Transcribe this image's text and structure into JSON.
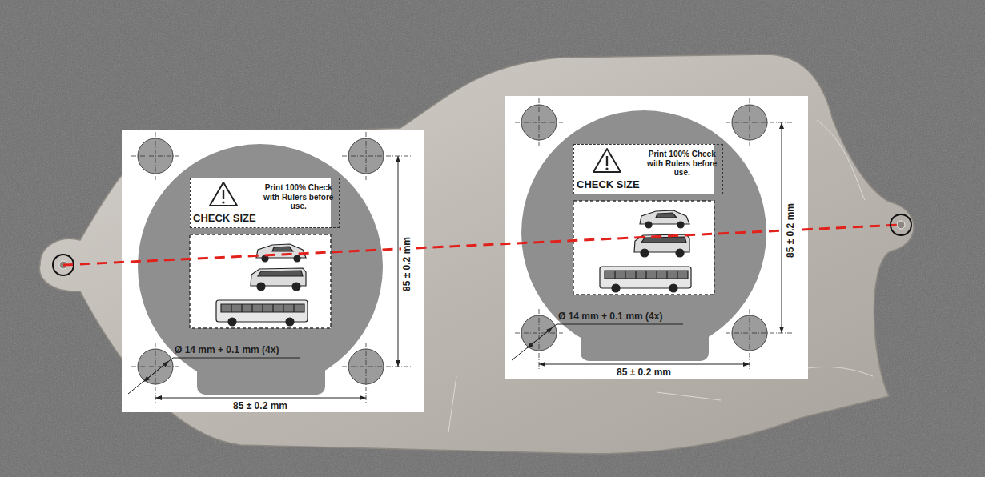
{
  "diagram": {
    "nodes": [
      {
        "text": [
          "CHECK SIZE",
          "Print 100% Check with Rulers before use."
        ]
      },
      {
        "text": [
          "CHECK SIZE",
          "Print 100% Check with Rulers before use."
        ]
      }
    ],
    "labels": [
      "85 ± 0.2 mm",
      "Ø 14 mm + 0.1 mm (4x)",
      "85 ± 0.2 mm",
      "85 ± 0.2 mm",
      "Ø 14 mm + 0.1 mm (4x)",
      "85 ± 0.2 mm"
    ]
  }
}
